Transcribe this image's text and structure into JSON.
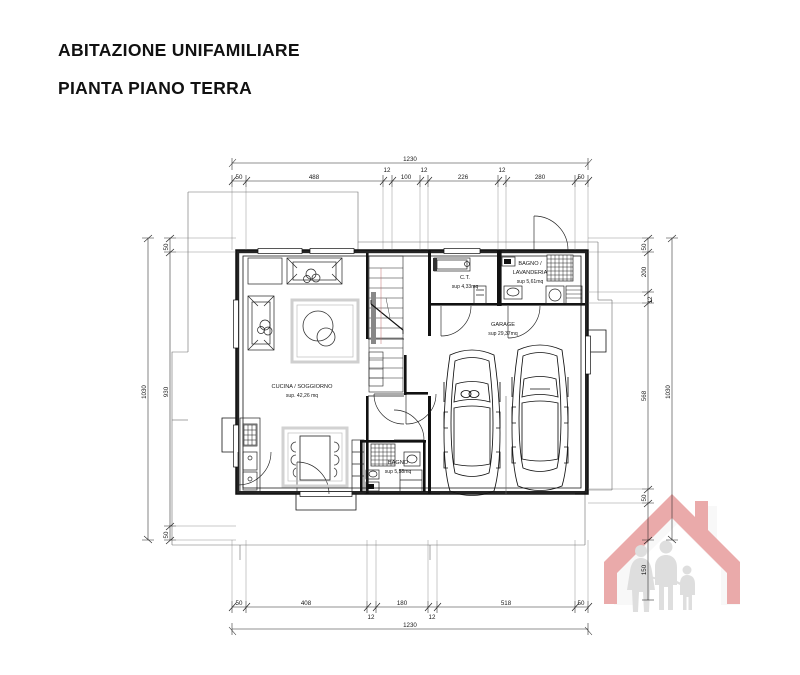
{
  "document": {
    "title_line_1": "ABITAZIONE UNIFAMILIARE",
    "title_line_2": "PIANTA PIANO TERRA"
  },
  "dimensions": {
    "top_overall": "1230",
    "top_segments": [
      "50",
      "488",
      "12",
      "100",
      "12",
      "226",
      "12",
      "280",
      "50"
    ],
    "bottom_overall": "1230",
    "bottom_segments": [
      "50",
      "408",
      "12",
      "180",
      "12",
      "518",
      "50"
    ],
    "left_overall": "1030",
    "left_segments": [
      "50",
      "930",
      "50"
    ],
    "right_overall": "1030",
    "right_segments": [
      "50",
      "200",
      "12",
      "568",
      "50",
      "150"
    ]
  },
  "rooms": [
    {
      "name": "CUCINA / SOGGIORNO",
      "area": "sup. 42,26 mq"
    },
    {
      "name": "C.T.",
      "area": "sup 4,33mq"
    },
    {
      "name": "BAGNO /",
      "name2": "LAVANDERIA",
      "area": "sup 5,61mq"
    },
    {
      "name": "GARAGE",
      "area": "sup 29,37mq"
    },
    {
      "name": "BAGNO",
      "area": "sup 5,58mq"
    }
  ],
  "watermark": {
    "label": "house-family-logo",
    "house_color": "#e8a0a0",
    "figure_color": "#d9d9d9"
  },
  "colors": {
    "line": "#1a1a1a",
    "thin_line": "#555555",
    "furniture": "#777777",
    "rug": "#cccccc",
    "paper": "#ffffff"
  }
}
